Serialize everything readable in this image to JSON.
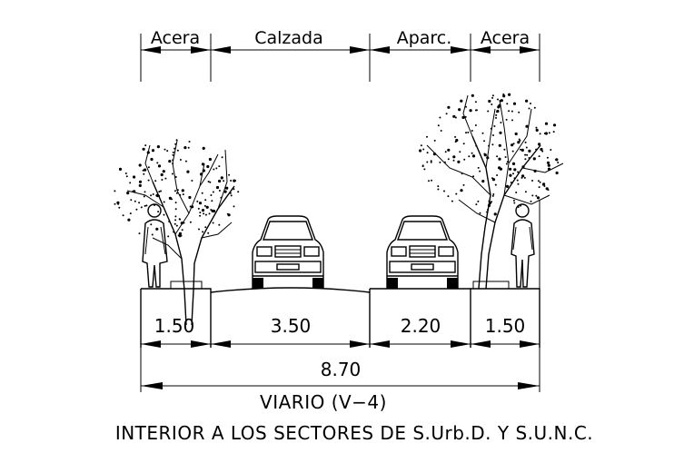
{
  "top_labels": {
    "acera_left": "Acera",
    "calzada": "Calzada",
    "aparcamiento": "Aparc.",
    "acera_right": "Acera"
  },
  "dimensions": {
    "acera_left": "1.50",
    "calzada": "3.50",
    "aparcamiento": "2.20",
    "acera_right": "1.50",
    "total": "8.70"
  },
  "caption": {
    "title": "VIARIO (V−4)",
    "subtitle": "INTERIOR A LOS SECTORES DE S.Urb.D. Y S.U.N.C."
  }
}
